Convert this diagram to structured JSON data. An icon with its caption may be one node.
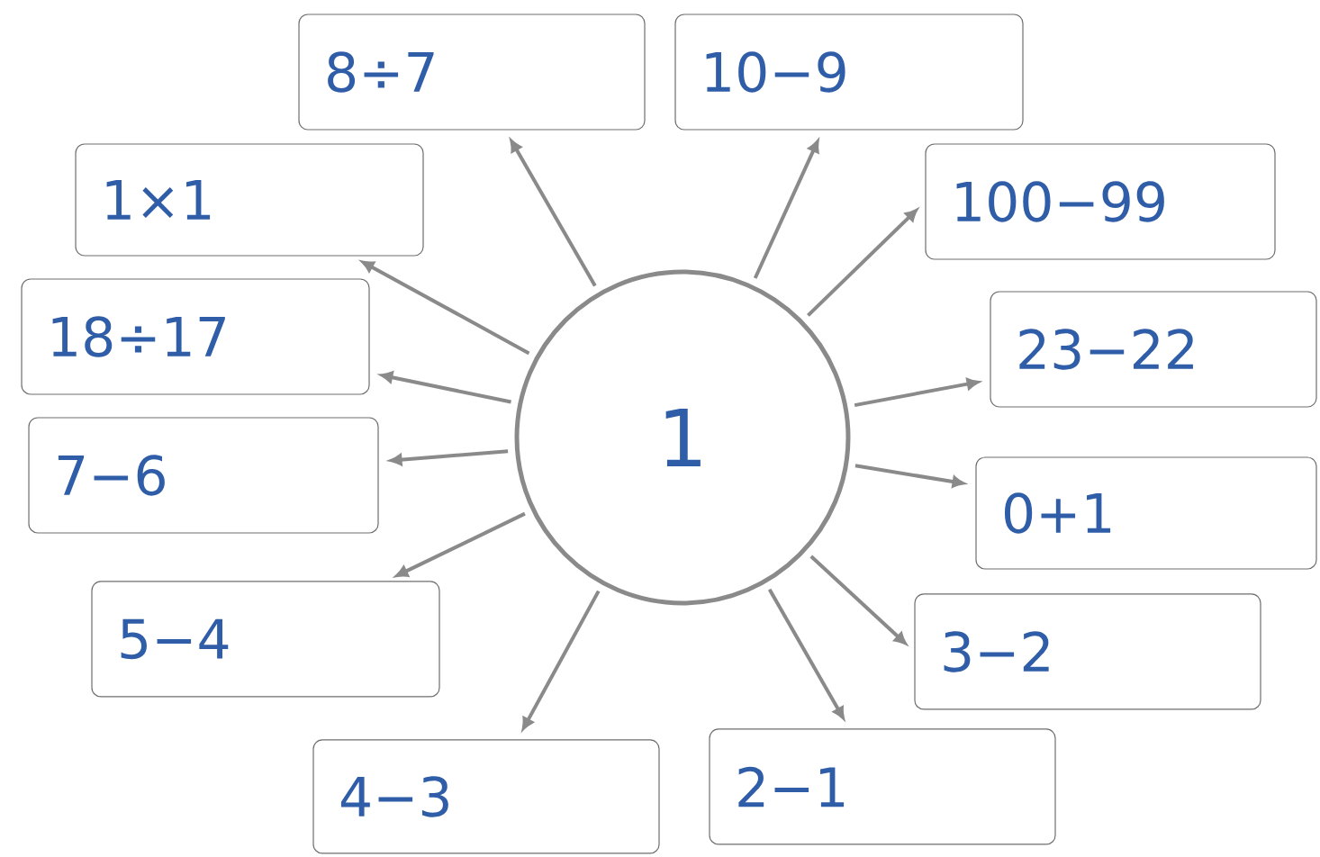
{
  "diagram": {
    "nodes": [
      {
        "text": [
          "1"
        ]
      },
      {
        "text": [
          "8÷7"
        ]
      },
      {
        "text": [
          "10−9"
        ]
      },
      {
        "text": [
          "1×1"
        ]
      },
      {
        "text": [
          "100−99"
        ]
      },
      {
        "text": [
          "18÷17"
        ]
      },
      {
        "text": [
          "23−22"
        ]
      },
      {
        "text": [
          "7−6"
        ]
      },
      {
        "text": [
          "0+1"
        ]
      },
      {
        "text": [
          "5−4"
        ]
      },
      {
        "text": [
          "3−2"
        ]
      },
      {
        "text": [
          "4−3"
        ]
      },
      {
        "text": [
          "2−1"
        ]
      }
    ],
    "edges": [
      {
        "from": 0,
        "to": 1,
        "arrow": "to"
      },
      {
        "from": 0,
        "to": 2,
        "arrow": "to"
      },
      {
        "from": 0,
        "to": 3,
        "arrow": "to"
      },
      {
        "from": 0,
        "to": 4,
        "arrow": "to"
      },
      {
        "from": 0,
        "to": 5,
        "arrow": "to"
      },
      {
        "from": 0,
        "to": 6,
        "arrow": "to"
      },
      {
        "from": 0,
        "to": 7,
        "arrow": "to"
      },
      {
        "from": 0,
        "to": 8,
        "arrow": "to"
      },
      {
        "from": 0,
        "to": 9,
        "arrow": "to"
      },
      {
        "from": 0,
        "to": 10,
        "arrow": "to"
      },
      {
        "from": 0,
        "to": 11,
        "arrow": "to"
      },
      {
        "from": 0,
        "to": 12,
        "arrow": "to"
      }
    ]
  }
}
